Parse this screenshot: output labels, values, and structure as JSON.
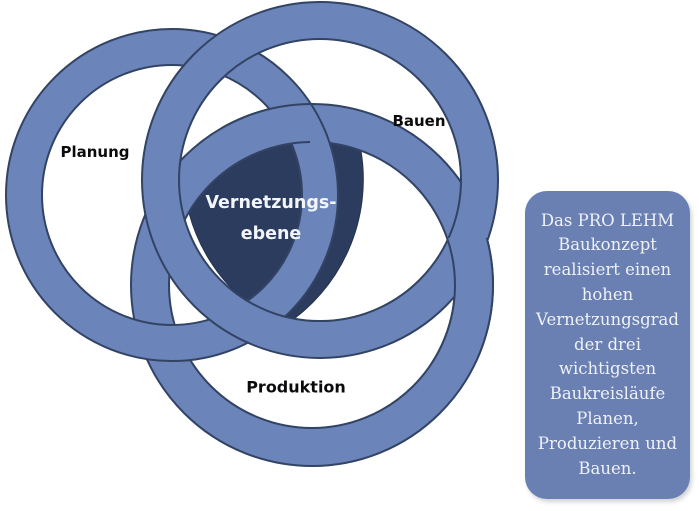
{
  "diagram": {
    "ring_labels": {
      "planung": "Planung",
      "bauen": "Bauen",
      "produktion": "Produktion"
    },
    "center_label": {
      "line1": "Vernetzungs-",
      "line2": "ebene"
    },
    "colors": {
      "ring_fill": "#6b84ba",
      "ring_outline": "#324363",
      "center_fill": "#2c3c5e",
      "textbox_fill": "#6a7fb2",
      "textbox_text": "#eef1f7",
      "label_text": "#0b0b0d",
      "background": "#ffffff"
    }
  },
  "textbox": {
    "text": "Das PRO LEHM Baukonzept realisiert einen hohen Vernetzungsgrad der drei wichtigsten Baukreisläufe Planen, Produzieren und Bauen.",
    "lines": [
      "Das PRO LEHM",
      "Baukonzept",
      "realisiert einen",
      "hohen",
      "Vernetzungsgrad",
      "der drei",
      "wichtigsten",
      "Baukreisläufe",
      "Planen,",
      "Produzieren und",
      "Bauen."
    ]
  }
}
